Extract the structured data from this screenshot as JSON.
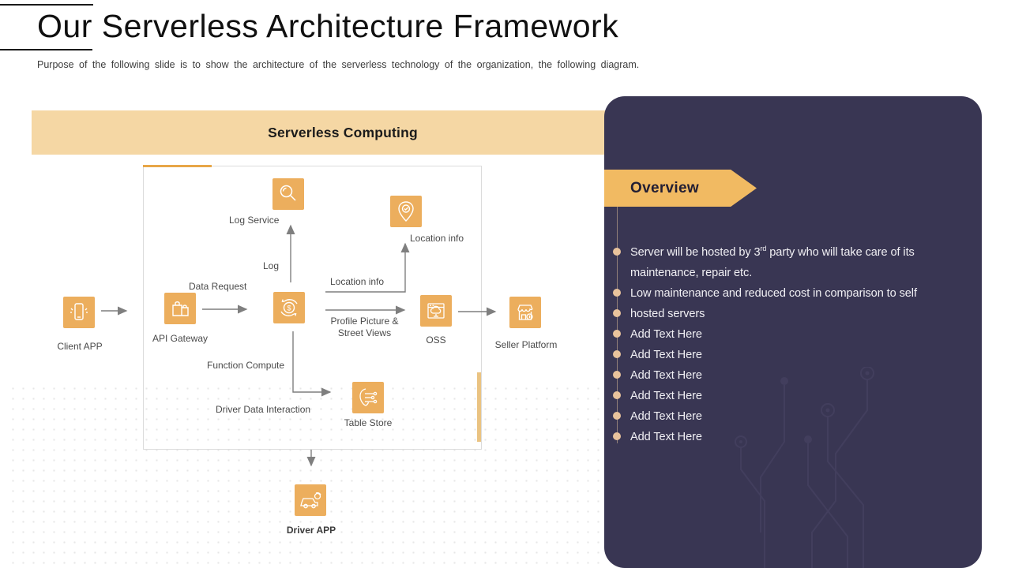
{
  "slide": {
    "title": "Our Serverless Architecture Framework",
    "subtitle": "Purpose of the following slide is to show the architecture of the serverless technology of the organization, the following diagram."
  },
  "banner": {
    "label": "Serverless Computing"
  },
  "diagram": {
    "nodes": {
      "client_app": {
        "label": "Client APP",
        "icon": "smartphone-icon"
      },
      "api_gateway": {
        "label": "API Gateway",
        "icon": "shopping-bags-icon"
      },
      "function_compute": {
        "label": "Function Compute",
        "icon": "dollar-refresh-icon"
      },
      "log_service": {
        "label": "Log Service",
        "icon": "magnifier-icon"
      },
      "location_info": {
        "label": "Location info",
        "icon": "map-pin-icon"
      },
      "oss": {
        "label": "OSS",
        "icon": "browser-cloud-icon"
      },
      "seller_platform": {
        "label": "Seller Platform",
        "icon": "storefront-icon"
      },
      "table_store": {
        "label": "Table Store",
        "icon": "circuit-shield-icon"
      },
      "driver_app": {
        "label": "Driver APP",
        "icon": "car-icon"
      }
    },
    "edge_labels": {
      "data_request": "Data Request",
      "log": "Log",
      "location_info": "Location info",
      "profile_line1": "Profile Picture &",
      "profile_line2": "Street Views",
      "driver_data_interaction": "Driver Data Interaction"
    }
  },
  "overview": {
    "title": "Overview",
    "items": [
      {
        "bullet": true,
        "pre": "Server will be hosted by 3",
        "sup": "rd",
        "post": " party who will take care of its"
      },
      {
        "bullet": false,
        "pre": "maintenance, repair etc.",
        "sup": "",
        "post": ""
      },
      {
        "bullet": true,
        "pre": "Low maintenance and reduced cost in comparison to self",
        "sup": "",
        "post": ""
      },
      {
        "bullet": true,
        "pre": "hosted servers",
        "sup": "",
        "post": ""
      },
      {
        "bullet": true,
        "pre": "Add Text Here",
        "sup": "",
        "post": ""
      },
      {
        "bullet": true,
        "pre": "Add Text Here",
        "sup": "",
        "post": ""
      },
      {
        "bullet": true,
        "pre": "Add Text Here",
        "sup": "",
        "post": ""
      },
      {
        "bullet": true,
        "pre": "Add Text Here",
        "sup": "",
        "post": ""
      },
      {
        "bullet": true,
        "pre": "Add Text Here",
        "sup": "",
        "post": ""
      },
      {
        "bullet": true,
        "pre": "Add Text Here",
        "sup": "",
        "post": ""
      }
    ]
  },
  "colors": {
    "tile_orange": "#ECAE5D",
    "banner_tan": "#F5D7A4",
    "overview_gold": "#F1BA62",
    "panel_navy": "#393653",
    "accent_orange": "#E8A647",
    "accent_bar": "#EAC382",
    "bullet_dot": "#E9C39C",
    "arrow_gray": "#7f7f7f"
  }
}
